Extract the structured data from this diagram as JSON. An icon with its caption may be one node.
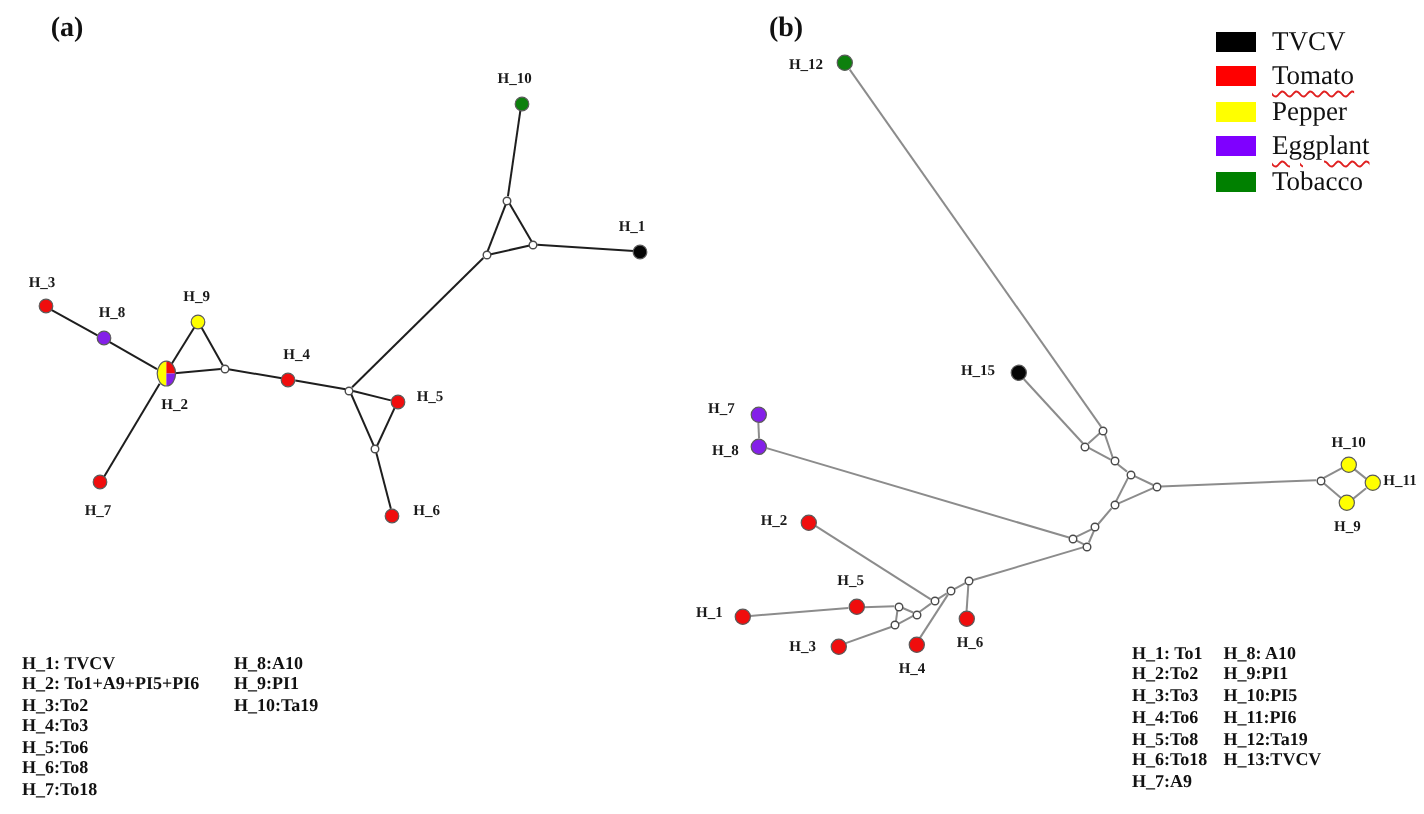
{
  "diagram": {
    "nodes": [
      {
        "text": [],
        "shape": "circle",
        "beside": [
          "H_10"
        ]
      },
      {
        "text": [],
        "shape": "circle"
      },
      {
        "text": [],
        "shape": "circle",
        "beside": [
          "H_1"
        ]
      },
      {
        "text": [],
        "shape": "circle"
      },
      {
        "text": [],
        "shape": "circle"
      },
      {
        "text": [],
        "shape": "circle",
        "beside": [
          "H_3"
        ]
      },
      {
        "text": [],
        "shape": "circle",
        "beside": [
          "H_9"
        ]
      },
      {
        "text": [],
        "shape": "circle",
        "beside": [
          "H_8"
        ]
      },
      {
        "text": [],
        "shape": "circle"
      },
      {
        "text": [],
        "shape": "circle",
        "beside": [
          "H_2"
        ]
      },
      {
        "text": [],
        "shape": "circle",
        "beside": [
          "H_4"
        ]
      },
      {
        "text": [],
        "shape": "circle"
      },
      {
        "text": [],
        "shape": "circle",
        "beside": [
          "H_5"
        ]
      },
      {
        "text": [],
        "shape": "circle"
      },
      {
        "text": [],
        "shape": "circle",
        "beside": [
          "H_7"
        ]
      },
      {
        "text": [],
        "shape": "circle",
        "beside": [
          "H_6"
        ]
      },
      {
        "text": [],
        "shape": "circle",
        "beside": [
          "H_12"
        ]
      },
      {
        "text": [],
        "shape": "circle",
        "beside": [
          "H_15"
        ]
      },
      {
        "text": [],
        "shape": "circle",
        "beside": [
          "H_7"
        ]
      },
      {
        "text": [],
        "shape": "circle"
      },
      {
        "text": [],
        "shape": "circle",
        "beside": [
          "H_8"
        ]
      },
      {
        "text": [],
        "shape": "circle"
      },
      {
        "text": [],
        "shape": "circle",
        "beside": [
          "H_10"
        ]
      },
      {
        "text": [],
        "shape": "circle"
      },
      {
        "text": [],
        "shape": "circle"
      },
      {
        "text": [],
        "shape": "circle"
      },
      {
        "text": [],
        "shape": "circle",
        "beside": [
          "H_11"
        ]
      },
      {
        "text": [],
        "shape": "circle"
      },
      {
        "text": [],
        "shape": "circle",
        "beside": [
          "H_9"
        ]
      },
      {
        "text": [],
        "shape": "circle"
      },
      {
        "text": [],
        "shape": "circle",
        "beside": [
          "H_2"
        ]
      },
      {
        "text": [],
        "shape": "circle"
      },
      {
        "text": [],
        "shape": "circle"
      },
      {
        "text": [],
        "shape": "circle"
      },
      {
        "text": [],
        "shape": "circle"
      },
      {
        "text": [],
        "shape": "circle",
        "beside": [
          "H_5"
        ]
      },
      {
        "text": [],
        "shape": "circle"
      },
      {
        "text": [],
        "shape": "circle"
      },
      {
        "text": [],
        "shape": "circle"
      },
      {
        "text": [],
        "shape": "circle"
      },
      {
        "text": [],
        "shape": "circle",
        "beside": [
          "H_1"
        ]
      },
      {
        "text": [],
        "shape": "circle",
        "beside": [
          "H_6"
        ]
      },
      {
        "text": [],
        "shape": "circle"
      },
      {
        "text": [],
        "shape": "circle",
        "beside": [
          "H_4"
        ]
      },
      {
        "text": [],
        "shape": "circle",
        "beside": [
          "H_3"
        ]
      }
    ],
    "edges": [
      {
        "from": 5,
        "to": 7,
        "arrow": "none",
        "color": "#1e1e1e"
      },
      {
        "from": 7,
        "to": 9,
        "arrow": "none",
        "color": "#1e1e1e"
      },
      {
        "from": 9,
        "to": 6,
        "arrow": "none",
        "color": "#1e1e1e"
      },
      {
        "from": 9,
        "to": 8,
        "arrow": "none",
        "color": "#1e1e1e"
      },
      {
        "from": 6,
        "to": 8,
        "arrow": "none",
        "color": "#1e1e1e"
      },
      {
        "from": 9,
        "to": 14,
        "arrow": "none",
        "color": "#1e1e1e"
      },
      {
        "from": 8,
        "to": 10,
        "arrow": "none",
        "color": "#1e1e1e"
      },
      {
        "from": 10,
        "to": 11,
        "arrow": "none",
        "color": "#1e1e1e"
      },
      {
        "from": 11,
        "to": 12,
        "arrow": "none",
        "color": "#1e1e1e"
      },
      {
        "from": 11,
        "to": 13,
        "arrow": "none",
        "color": "#1e1e1e"
      },
      {
        "from": 12,
        "to": 13,
        "arrow": "none",
        "color": "#1e1e1e"
      },
      {
        "from": 13,
        "to": 15,
        "arrow": "none",
        "color": "#1e1e1e"
      },
      {
        "from": 11,
        "to": 4,
        "arrow": "none",
        "color": "#1e1e1e"
      },
      {
        "from": 4,
        "to": 1,
        "arrow": "none",
        "color": "#1e1e1e"
      },
      {
        "from": 4,
        "to": 3,
        "arrow": "none",
        "color": "#1e1e1e"
      },
      {
        "from": 1,
        "to": 3,
        "arrow": "none",
        "color": "#1e1e1e"
      },
      {
        "from": 1,
        "to": 0,
        "arrow": "none",
        "color": "#1e1e1e"
      },
      {
        "from": 3,
        "to": 2,
        "arrow": "none",
        "color": "#1e1e1e"
      },
      {
        "from": 16,
        "to": 19,
        "arrow": "none"
      },
      {
        "from": 17,
        "to": 21,
        "arrow": "none"
      },
      {
        "from": 19,
        "to": 21,
        "arrow": "none"
      },
      {
        "from": 19,
        "to": 23,
        "arrow": "none"
      },
      {
        "from": 21,
        "to": 23,
        "arrow": "none"
      },
      {
        "from": 23,
        "to": 24,
        "arrow": "none"
      },
      {
        "from": 24,
        "to": 27,
        "arrow": "none"
      },
      {
        "from": 24,
        "to": 29,
        "arrow": "none"
      },
      {
        "from": 27,
        "to": 29,
        "arrow": "none"
      },
      {
        "from": 27,
        "to": 25,
        "arrow": "none"
      },
      {
        "from": 25,
        "to": 22,
        "arrow": "none"
      },
      {
        "from": 25,
        "to": 28,
        "arrow": "none"
      },
      {
        "from": 22,
        "to": 26,
        "arrow": "none"
      },
      {
        "from": 28,
        "to": 26,
        "arrow": "none"
      },
      {
        "from": 18,
        "to": 20,
        "arrow": "none"
      },
      {
        "from": 20,
        "to": 32,
        "arrow": "none"
      },
      {
        "from": 29,
        "to": 31,
        "arrow": "none"
      },
      {
        "from": 31,
        "to": 32,
        "arrow": "none"
      },
      {
        "from": 31,
        "to": 33,
        "arrow": "none"
      },
      {
        "from": 32,
        "to": 33,
        "arrow": "none"
      },
      {
        "from": 33,
        "to": 34,
        "arrow": "none"
      },
      {
        "from": 34,
        "to": 41,
        "arrow": "none"
      },
      {
        "from": 34,
        "to": 36,
        "arrow": "none"
      },
      {
        "from": 36,
        "to": 43,
        "arrow": "none"
      },
      {
        "from": 36,
        "to": 37,
        "arrow": "none"
      },
      {
        "from": 30,
        "to": 37,
        "arrow": "none"
      },
      {
        "from": 37,
        "to": 39,
        "arrow": "none"
      },
      {
        "from": 39,
        "to": 38,
        "arrow": "none"
      },
      {
        "from": 39,
        "to": 42,
        "arrow": "none"
      },
      {
        "from": 38,
        "to": 42,
        "arrow": "none"
      },
      {
        "from": 35,
        "to": 38,
        "arrow": "none"
      },
      {
        "from": 40,
        "to": 35,
        "arrow": "none"
      },
      {
        "from": 44,
        "to": 42,
        "arrow": "none"
      }
    ],
    "labels": [
      "(a)",
      "(b)",
      "H_1: TVCV",
      "H_2: To1+A9+PI5+PI6",
      "H_3:To2",
      "H_4:To3",
      "H_5:To6",
      "H_6:To8",
      "H_7:To18",
      "H_8:A10",
      "H_9:PI1",
      "H_10:Ta19",
      "H_1: To1",
      "H_2:To2",
      "H_3:To3",
      "H_4:To6",
      "H_5:To8",
      "H_6:To18",
      "H_7:A9",
      "H_8: A10",
      "H_9:PI1",
      "H_10:PI5",
      "H_11:PI6",
      "H_12:Ta19",
      "H_13:TVCV"
    ],
    "legend": [
      {
        "text": "TVCV",
        "color": "#000000"
      },
      {
        "text": "Tomato",
        "color": "#ff0000"
      },
      {
        "text": "Pepper",
        "color": "#ffff00"
      },
      {
        "text": "Eggplant",
        "color": "#7f00ff"
      },
      {
        "text": "Tobacco",
        "color": "#008000"
      }
    ]
  }
}
